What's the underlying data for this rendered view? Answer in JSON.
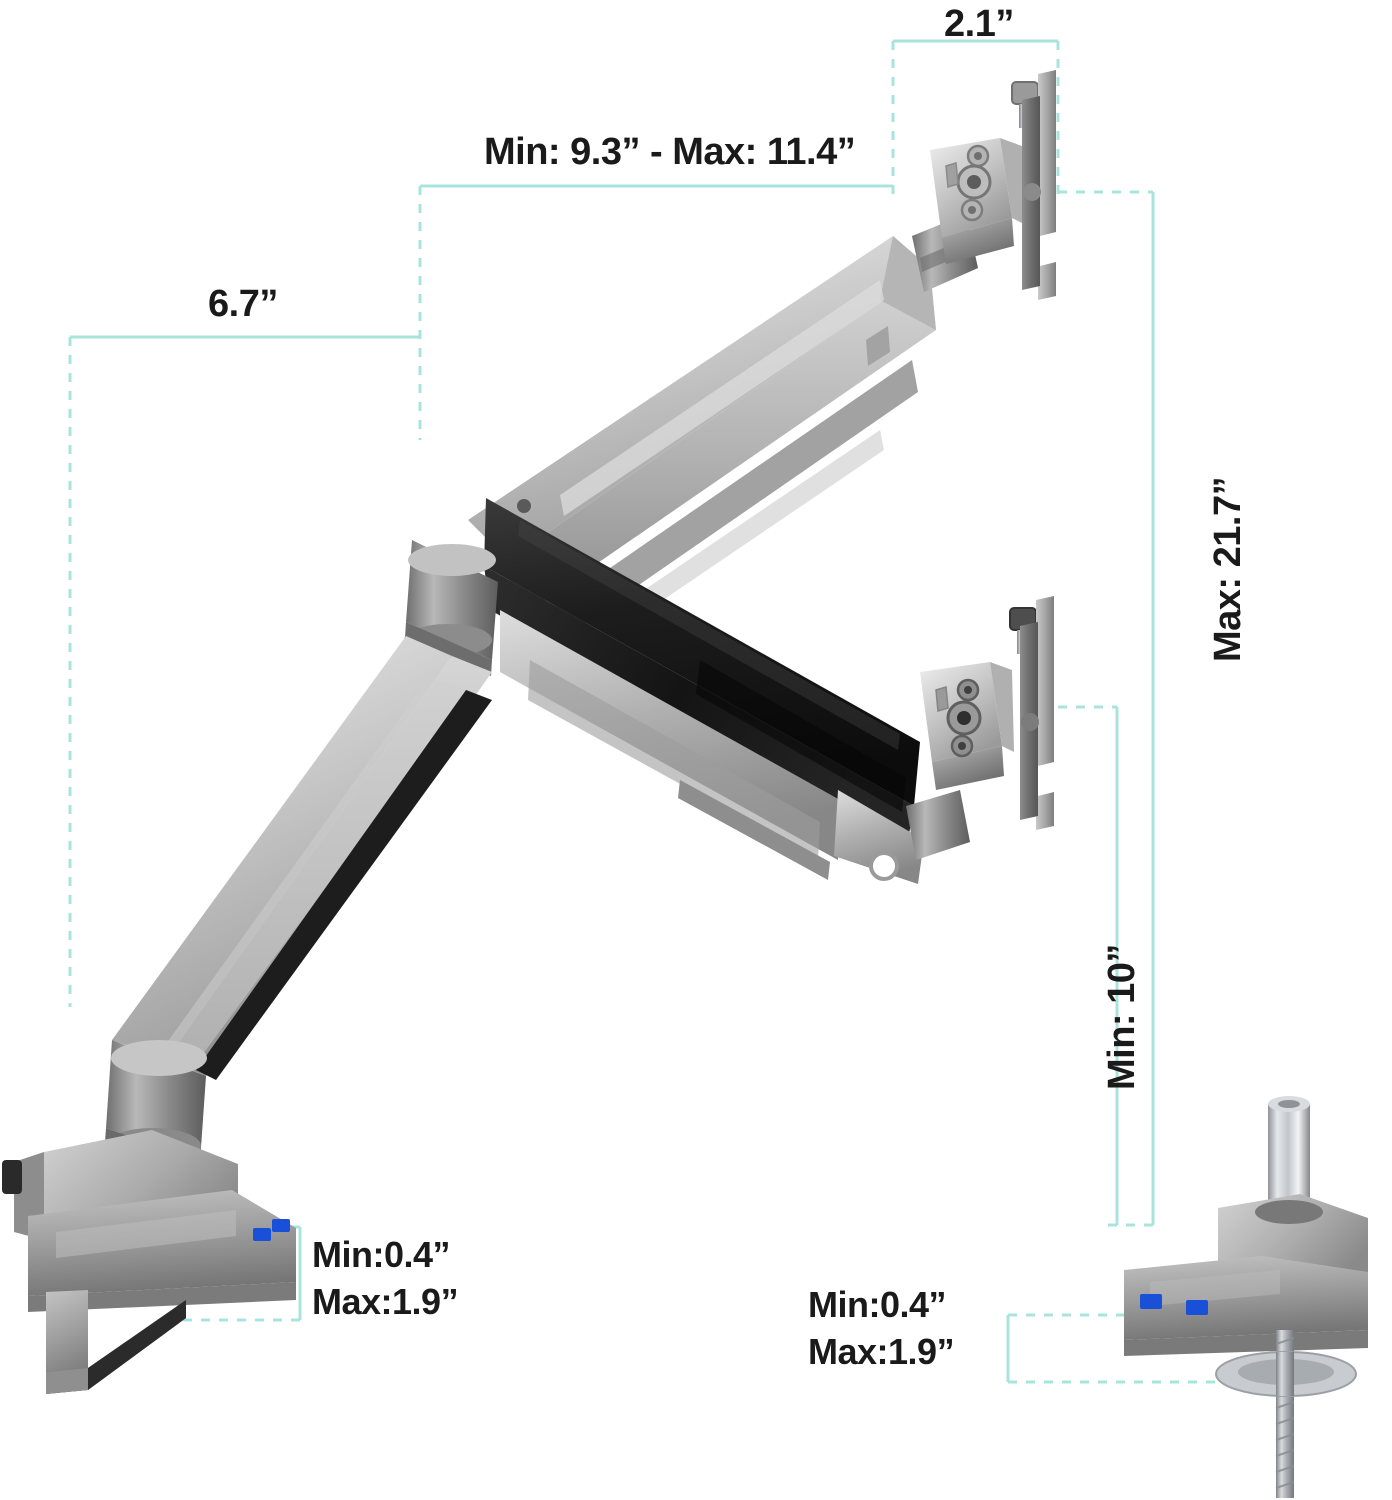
{
  "document": {
    "type": "product-dimension-diagram",
    "subject": "gas-spring dual-position monitor desk mount arm",
    "background_color": "#ffffff",
    "dimension_line_color": "#a8e4dc",
    "text_color": "#1a1a1a"
  },
  "dimensions": {
    "vesa_head_depth": {
      "label": "2.1”",
      "value": 2.1,
      "unit": "inch",
      "orientation": "horizontal",
      "position": "top-center-right"
    },
    "arm_reach_range": {
      "label": "Min: 9.3” - Max: 11.4”",
      "min": 9.3,
      "max": 11.4,
      "unit": "inch",
      "orientation": "horizontal",
      "position": "top-center"
    },
    "base_offset": {
      "label": "6.7”",
      "value": 6.7,
      "unit": "inch",
      "orientation": "horizontal",
      "position": "upper-left"
    },
    "max_height": {
      "label": "Max: 21.7”",
      "value": 21.7,
      "unit": "inch",
      "orientation": "vertical",
      "position": "right-outer"
    },
    "min_height": {
      "label": "Min: 10”",
      "value": 10,
      "unit": "inch",
      "orientation": "vertical",
      "position": "right-inner"
    },
    "clamp_thickness_left": {
      "line1": "Min:0.4”",
      "line2": "Max:1.9”",
      "min": 0.4,
      "max": 1.9,
      "unit": "inch",
      "orientation": "vertical",
      "position": "bottom-left",
      "applies_to": "C-clamp desk mount"
    },
    "clamp_thickness_right": {
      "line1": "Min:0.4”",
      "line2": "Max:1.9”",
      "min": 0.4,
      "max": 1.9,
      "unit": "inch",
      "orientation": "vertical",
      "position": "bottom-right",
      "applies_to": "grommet desk mount"
    }
  },
  "components": {
    "upper_arm": "gas spring arm shown in raised position",
    "lower_arm": "gas spring arm shown in lowered position",
    "vesa_head_upper": "tilt/swivel VESA mounting head, raised",
    "vesa_head_lower": "tilt/swivel VESA mounting head, lowered",
    "clamp_base": "C-clamp base with dual USB 3.0 ports",
    "grommet_base": "grommet base with dual USB 3.0 ports and threaded bolt",
    "usb_port_color": "#1a4fd8"
  }
}
